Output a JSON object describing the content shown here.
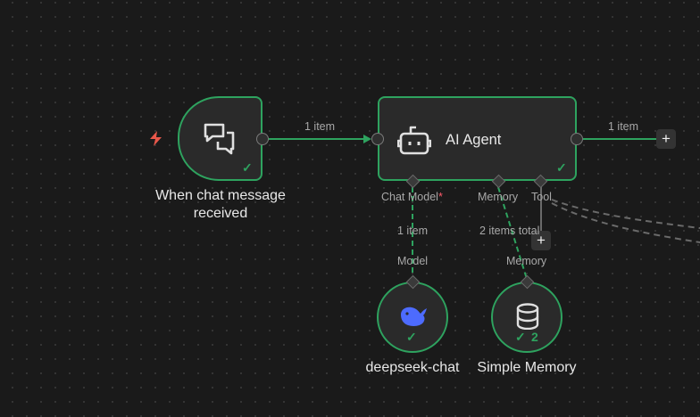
{
  "nodes": {
    "trigger": {
      "title_line1": "When chat message",
      "title_line2": "received",
      "icon": "chat-bubbles-icon",
      "status": "success"
    },
    "agent": {
      "title": "AI Agent",
      "icon": "robot-icon",
      "status": "success"
    },
    "model": {
      "title": "deepseek-chat",
      "icon": "deepseek-whale-icon",
      "status": "success"
    },
    "memory": {
      "title": "Simple Memory",
      "icon": "database-icon",
      "status": "success",
      "run_count": "2"
    }
  },
  "agent_ports": {
    "chat_model": "Chat Model",
    "required_mark": "*",
    "memory": "Memory",
    "tool": "Tool"
  },
  "sub_ports": {
    "model": "Model",
    "memory": "Memory"
  },
  "edges": {
    "trigger_to_agent": "1 item",
    "agent_output": "1 item",
    "model_link": "1 item",
    "memory_link": "2 items total"
  },
  "colors": {
    "success": "#2ea35f",
    "trigger_bolt": "#e8574a",
    "background": "#1a1a1a",
    "node": "#2a2a2a",
    "deepseek": "#4d6bfe"
  }
}
